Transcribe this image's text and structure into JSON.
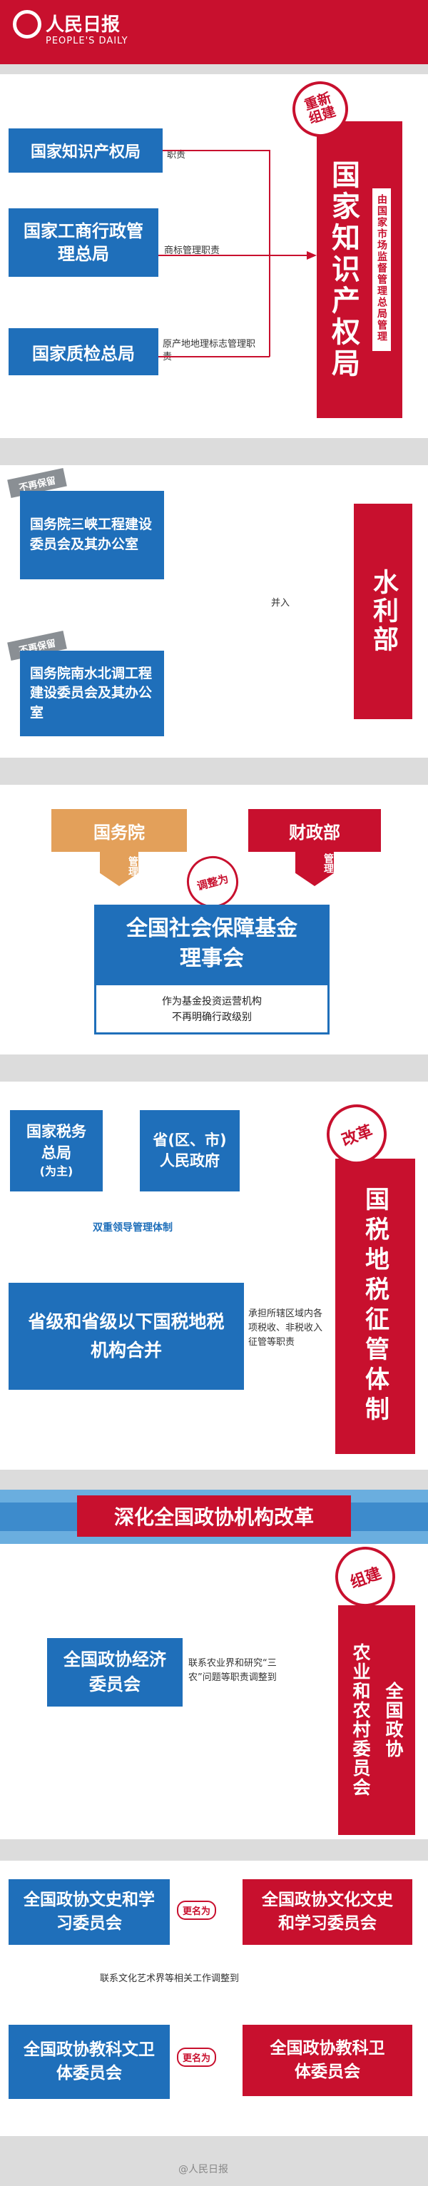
{
  "header": {
    "logo_text": "人民日报",
    "logo_sub": "PEOPLE'S DAILY"
  },
  "colors": {
    "blue": "#1f6fba",
    "red": "#c8102e",
    "tan": "#e3a05a",
    "grey": "#8a8f94",
    "band": "#dcdcdc"
  },
  "s1": {
    "badge": "重新组建",
    "src": [
      "国家知识产权局",
      "国家工商行政管理总局",
      "国家质检总局"
    ],
    "notes": [
      "职责",
      "商标管理职责",
      "原产地地理标志管理职责"
    ],
    "target": "国家知识产权局",
    "target_sub": "由国家市场监督管理总局管理"
  },
  "s2": {
    "tag": "不再保留",
    "src": [
      "国务院三峡工程建设委员会及其办公室",
      "国务院南水北调工程建设委员会及其办公室"
    ],
    "note": "并入",
    "target": "水利部"
  },
  "s3": {
    "top_left": "国务院",
    "top_right": "财政部",
    "manage": "管理",
    "adjust": "调整为",
    "main": "全国社会保障基金理事会",
    "sub1": "作为基金投资运营机构",
    "sub2": "不再明确行政级别"
  },
  "s4": {
    "left": "国家税务总局",
    "left_sub": "(为主)",
    "right": "省(区、市)人民政府",
    "dual": "双重领导管理体制",
    "bottom": "省级和省级以下国税地税机构合并",
    "note": "承担所辖区域内各项税收、非税收入征管等职责",
    "badge": "改革",
    "target": "国税地税征管体制"
  },
  "s5": {
    "title": "深化全国政协机构改革",
    "src": "全国政协经济委员会",
    "note": "联系农业界和研究“三农”问题等职责调整到",
    "badge": "组建",
    "target_a": "农业和农村委员会",
    "target_b": "全国政协"
  },
  "s6": {
    "a_src": "全国政协文史和学习委员会",
    "a_dst": "全国政协文化文史和学习委员会",
    "rename": "更名为",
    "note": "联系文化艺术界等相关工作调整到",
    "b_src": "全国政协教科文卫体委员会",
    "b_dst": "全国政协教科卫体委员会"
  },
  "footer": {
    "watermark": "@人民日报"
  }
}
